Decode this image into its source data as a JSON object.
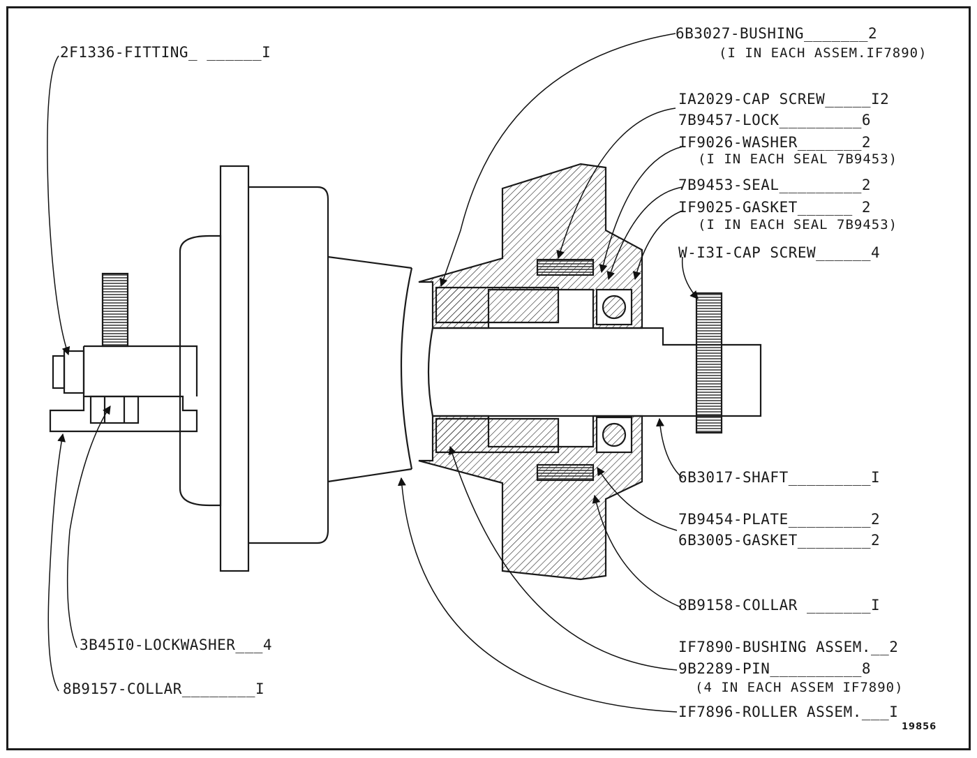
{
  "labels": {
    "fitting": "2F1336-FITTING_ ______I",
    "bushing": "6B3027-BUSHING_______2",
    "bushing_note": "(I IN EACH ASSEM.IF7890)",
    "cap_screw_12": "IA2029-CAP SCREW_____I2",
    "lock": "7B9457-LOCK_________6",
    "washer": "IF9026-WASHER_______2",
    "washer_note": "(I IN EACH SEAL 7B9453)",
    "seal": "7B9453-SEAL_________2",
    "gasket": "IF9025-GASKET______ 2",
    "gasket_note": "(I IN EACH SEAL 7B9453)",
    "cap_screw_4": "W-I3I-CAP SCREW______4",
    "shaft": "6B3017-SHAFT_________I",
    "plate": "7B9454-PLATE_________2",
    "gasket2": "6B3005-GASKET________2",
    "collar_1": "8B9158-COLLAR _______I",
    "lockwasher": "3B45I0-LOCKWASHER___4",
    "collar_2": "8B9157-COLLAR________I",
    "bushing_assem": "IF7890-BUSHING ASSEM.__2",
    "pin": "9B2289-PIN__________8",
    "pin_note": "(4 IN EACH ASSEM IF7890)",
    "roller_assem": "IF7896-ROLLER ASSEM.___I"
  },
  "drawing_number": "19856"
}
